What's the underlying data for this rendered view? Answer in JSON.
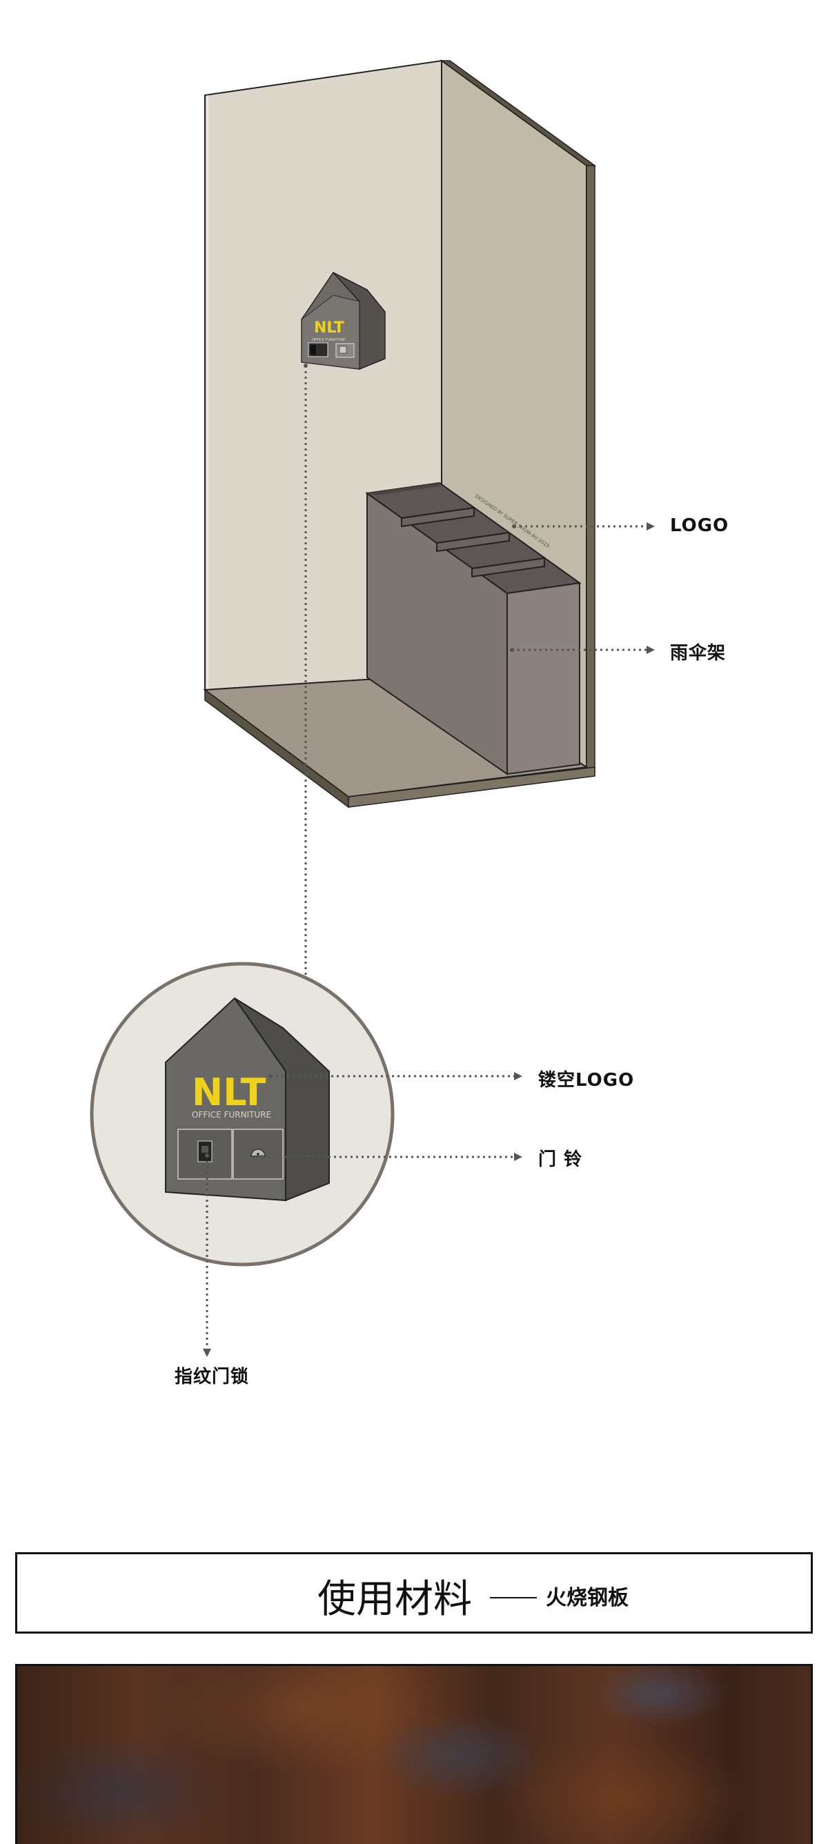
{
  "colors": {
    "wall_back": "#dcd6cb",
    "wall_side": "#c2baa8",
    "floor": "#9e9482",
    "edge": "#5b5445",
    "rack_front": "#7d7670",
    "rack_side": "#8d8380",
    "rack_top": "#5a5350",
    "logo_yellow": "#f1d21b",
    "box_front": "#6a6865",
    "box_side": "#4f4d4a",
    "circle_fill": "#e8e4df",
    "circle_stroke": "#7a7268",
    "leader": "#555555"
  },
  "callouts": {
    "logo": "LOGO",
    "umbrella_rack": "雨伞架",
    "hollow_logo": "镂空LOGO",
    "doorbell": "门 铃",
    "fingerprint_lock": "指纹门锁"
  },
  "rack_engraving": "DESIGNED BY SUPER SHOW·AU 2019",
  "mailbox": {
    "logo_text": "NLT",
    "subtitle": "OFFICE FURNITURE",
    "icon_lock": "fingerprint-lock-icon",
    "icon_bell": "doorbell-icon"
  },
  "material": {
    "title": "使用材料",
    "name": "火烧钢板"
  }
}
